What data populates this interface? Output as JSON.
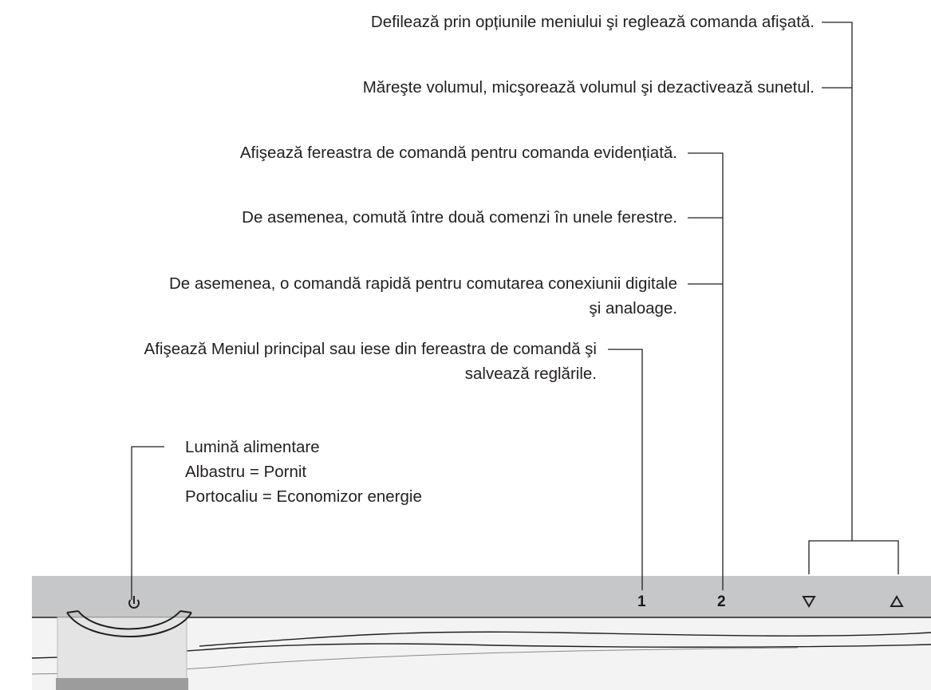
{
  "callouts": {
    "scroll_menu": "Defilează prin opțiunile meniului şi reglează comanda afişată.",
    "volume": "Măreşte volumul, micşorează volumul şi dezactivează sunetul.",
    "show_control": "Afişează fereastra de comandă pentru comanda evidențiată.",
    "toggle": "De asemenea, comută între două comenzi în unele ferestre.",
    "shortcut_line1": "De asemenea, o comandă rapidă pentru comutarea conexiunii digitale",
    "shortcut_line2": "şi analoage.",
    "main_menu_line1": "Afişează Meniul principal sau iese din fereastra de comandă şi",
    "main_menu_line2": "salvează reglările.",
    "power_title": "Lumină alimentare",
    "power_blue": "Albastru = Pornit",
    "power_orange": "Portocaliu = Economizor energie"
  },
  "buttons": {
    "button_1": "1",
    "button_2": "2",
    "down_icon": "triangle-down-icon",
    "up_icon": "triangle-up-icon",
    "power_icon": "power-icon"
  },
  "colors": {
    "panel_top": "#c6c7c9",
    "panel_body": "#f1f2f2",
    "line": "#231f20"
  }
}
